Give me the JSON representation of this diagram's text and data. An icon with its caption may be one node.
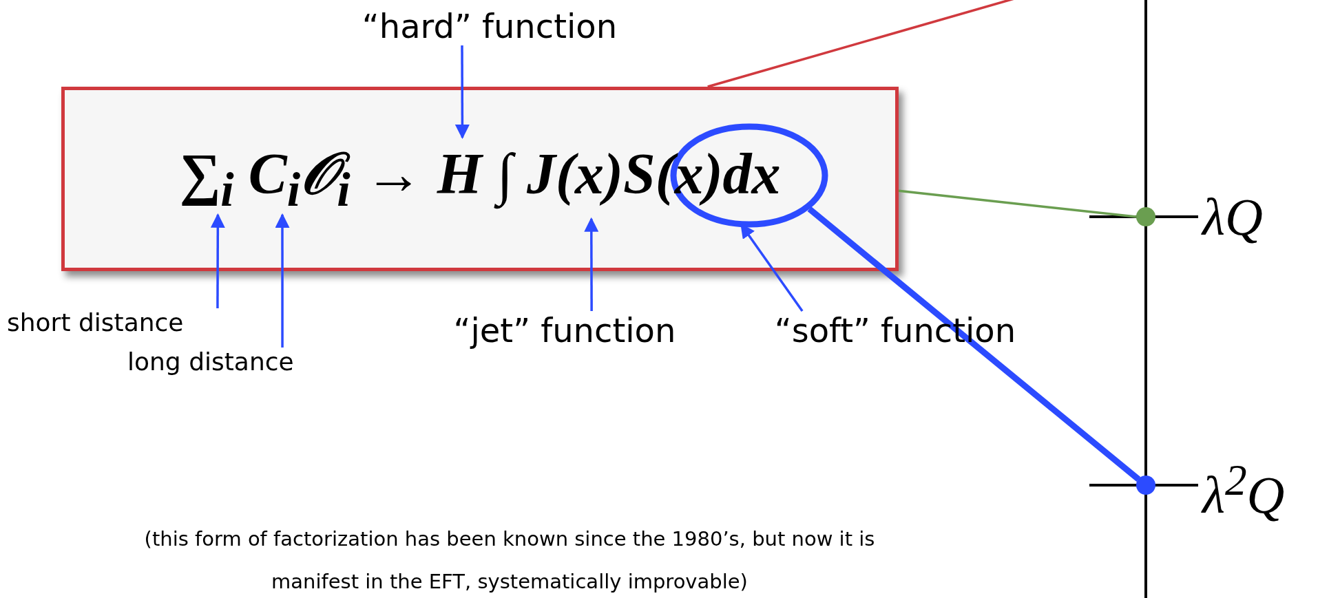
{
  "diagram": {
    "nodes": [
      {
        "text": [
          "∑$_{i}$ C$_{i}$𝒪$_{i}$ → H ∫ J(x)S(x)dx"
        ]
      },
      {
        "text": [
          "“hard” function"
        ]
      },
      {
        "text": [
          "short distance"
        ]
      },
      {
        "text": [
          "long distance"
        ]
      },
      {
        "text": [
          "“jet” function"
        ]
      },
      {
        "text": [
          "“soft” function"
        ]
      },
      {
        "text": [],
        "shape": "circle",
        "in": 0
      },
      {
        "text": [
          "λQ"
        ]
      },
      {
        "text": [
          "λ$^{2}$Q"
        ]
      }
    ],
    "edges": [
      {
        "from": 0,
        "to": null,
        "arrow": "none",
        "color": "#d0393e"
      },
      {
        "from": 1,
        "to": 0,
        "arrow": "to"
      },
      {
        "from": 2,
        "to": 0,
        "arrow": "to"
      },
      {
        "from": 3,
        "to": 0,
        "arrow": "to"
      },
      {
        "from": 4,
        "to": 0,
        "arrow": "to"
      },
      {
        "from": 5,
        "to": 6,
        "arrow": "to"
      },
      {
        "from": 0,
        "to": 7,
        "arrow": "none",
        "color": "#6a9e50"
      },
      {
        "from": 6,
        "to": 8,
        "arrow": "none",
        "style": "thick"
      }
    ],
    "labels": [
      "(this form of factorization has been known since the 1980’s, but now it is manifest in the EFT, systematically improvable)"
    ]
  }
}
